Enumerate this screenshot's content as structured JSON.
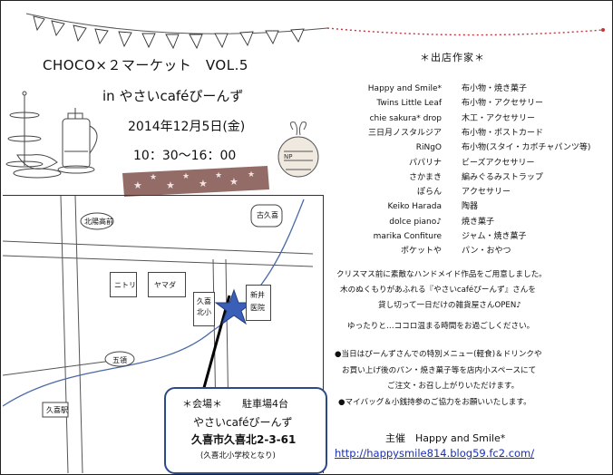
{
  "event": {
    "title": "CHOCO×２マーケット　VOL.5",
    "venue": "in やさいcaféぴーんず",
    "date": "2014年12月5日(金)",
    "time": "10：30～16：00"
  },
  "vendors": {
    "heading": "＊出店作家＊",
    "list": [
      {
        "name": "Happy and Smile*",
        "category": "布小物・焼き菓子"
      },
      {
        "name": "Twins Little Leaf",
        "category": "布小物・アクセサリー"
      },
      {
        "name": "chie sakura* drop",
        "category": "木工・アクセサリー"
      },
      {
        "name": "三日月ノスタルジア",
        "category": "布小物・ポストカード"
      },
      {
        "name": "RiNgO",
        "category": "布小物(スタイ・カボチャパンツ等)"
      },
      {
        "name": "パパリナ",
        "category": "ビーズアクセサリー"
      },
      {
        "name": "さかまき",
        "category": "編みぐるみストラップ"
      },
      {
        "name": "ぽらん",
        "category": "アクセサリー"
      },
      {
        "name": "Keiko Harada",
        "category": "陶器"
      },
      {
        "name": "dolce piano♪",
        "category": "焼き菓子"
      },
      {
        "name": "marika Confiture",
        "category": "ジャム・焼き菓子"
      },
      {
        "name": "ポケットや",
        "category": "パン・おやつ"
      }
    ]
  },
  "message": [
    "クリスマス前に素敵なハンドメイド作品をご用意しました。",
    "木のぬくもりがあふれる『やさいcaféぴーんず』さんを",
    "貸し切って一日だけの雑貨屋さんOPEN♪",
    "ゆったりと…ココロ温まる時間をお過ごしください。"
  ],
  "notes": [
    "●当日はぴーんずさんでの特別メニュー(軽食)＆ドリンクや",
    "お買い上げ後のパン・焼き菓子等を店内小スペースにて",
    "ご注文・お召し上がりいただけます。",
    "●マイバッグ＆小銭持参のご協力をお願いいたします。"
  ],
  "host": "主催　Happy and Smile*",
  "url": "http://happysmile814.blog59.fc2.com/",
  "map": {
    "labels": {
      "kitakuki_takamae": "北陽高前",
      "nitori": "ニトリ",
      "yamada": "ヤマダ",
      "kuki_kitasho": "久喜北小",
      "arai_clinic": "新井医院",
      "goryo": "五領",
      "kuki_station": "久喜駅",
      "kokugi_route": "古久喜"
    },
    "star_color": "#3a5fb8",
    "river_color": "#4a6aa6"
  },
  "callout": {
    "line1": "＊会場＊　　駐車場4台",
    "line2": "やさいcaféぴーんず",
    "line3": "久喜市久喜北2-3-61",
    "line4": "(久喜北小学校となり)"
  },
  "colors": {
    "bunting_red": "#c8323c",
    "tape": "#8a5e5a"
  }
}
